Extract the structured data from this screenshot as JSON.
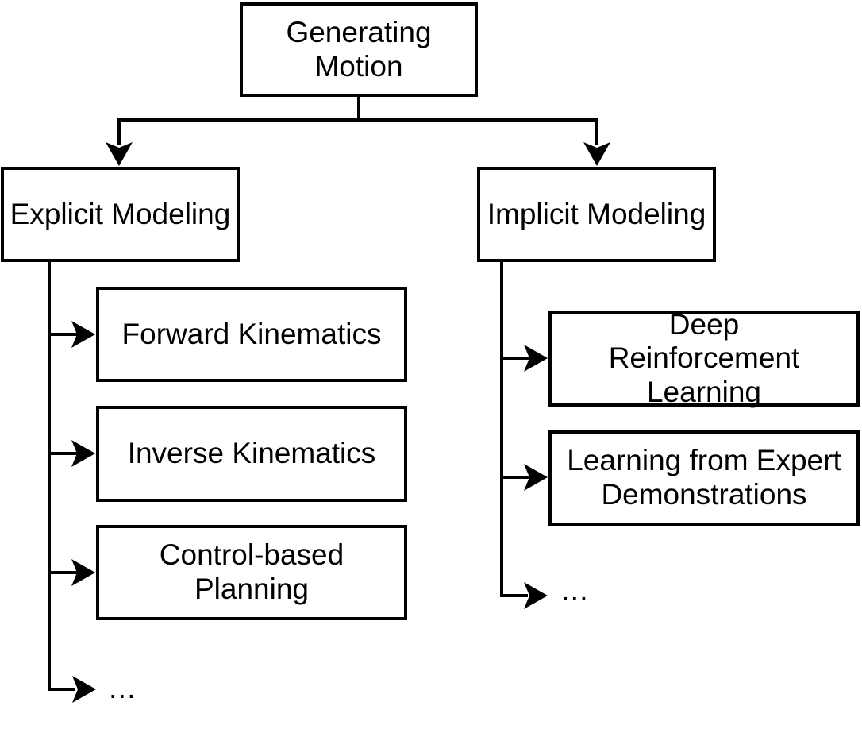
{
  "diagram": {
    "type": "tree",
    "root": {
      "label": "Generating Motion"
    },
    "branches": [
      {
        "label": "Explicit Modeling",
        "children": [
          "Forward Kinematics",
          "Inverse Kinematics",
          "Control-based Planning",
          "..."
        ]
      },
      {
        "label": "Implicit Modeling",
        "children": [
          "Deep Reinforcement Learning",
          "Learning from Expert Demonstrations",
          "..."
        ]
      }
    ],
    "colors": {
      "stroke": "#000000",
      "fill": "#ffffff",
      "text": "#000000"
    }
  }
}
